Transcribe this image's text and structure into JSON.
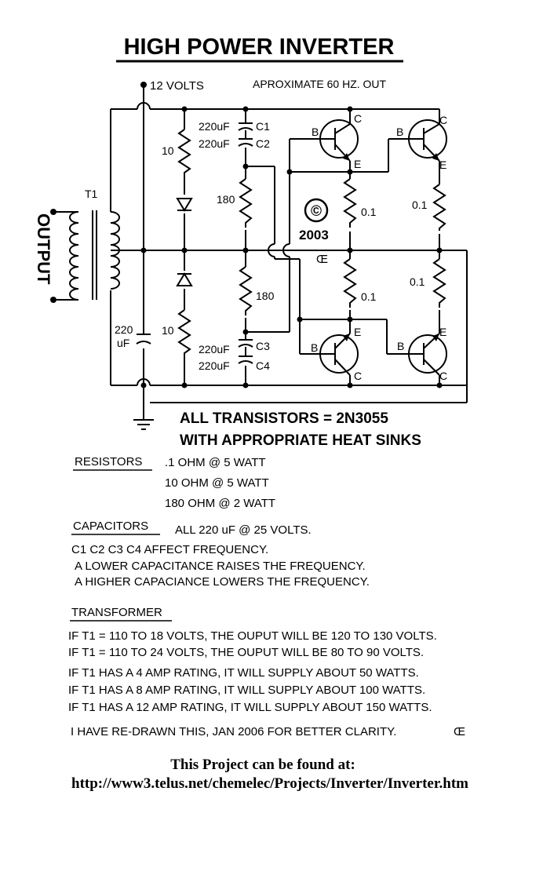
{
  "title": "HIGH POWER INVERTER",
  "labels": {
    "supply": "12 VOLTS",
    "frequency": "APROXIMATE 60 HZ. OUT",
    "transformer": "T1",
    "output": "OUTPUT",
    "copyright_symbol": "©",
    "copyright_year": "2003",
    "author_mark": "Œ",
    "author_mark_2": "Œ"
  },
  "components": {
    "c_top_a": "220uF",
    "c_top_a_name": "C1",
    "c_top_b": "220uF",
    "c_top_b_name": "C2",
    "c_bot_a": "220uF",
    "c_bot_a_name": "C3",
    "c_bot_b": "220uF",
    "c_bot_b_name": "C4",
    "c_filter_a": "220",
    "c_filter_b": "uF",
    "r_top_left": "10",
    "r_bot_left": "10",
    "r_top_mid": "180",
    "r_bot_mid": "180",
    "re_1": "0.1",
    "re_2": "0.1",
    "re_3": "0.1",
    "re_4": "0.1",
    "q1_b": "B",
    "q1_c": "C",
    "q1_e": "E",
    "q2_b": "B",
    "q2_c": "C",
    "q2_e": "E",
    "q3_b": "B",
    "q3_c": "C",
    "q3_e": "E",
    "q4_b": "B",
    "q4_c": "C",
    "q4_e": "E"
  },
  "notes": {
    "transistors_line1": "ALL TRANSISTORS = 2N3055",
    "transistors_line2": "WITH APPROPRIATE HEAT SINKS",
    "resistors_head": "RESISTORS",
    "resistors": [
      ".1 OHM @ 5 WATT",
      "10 OHM @ 5 WATT",
      "180 OHM @ 2 WATT"
    ],
    "capacitors_head": "CAPACITORS",
    "capacitors_rating": "ALL 220 uF @ 25 VOLTS.",
    "capacitors": [
      "C1 C2 C3 C4 AFFECT FREQUENCY.",
      "A LOWER CAPACITANCE RAISES THE FREQUENCY.",
      "A HIGHER CAPACIANCE LOWERS THE FREQUENCY."
    ],
    "transformer_head": "TRANSFORMER",
    "transformer": [
      "IF T1 = 110 TO 18 VOLTS, THE OUPUT WILL BE 120 TO 130 VOLTS.",
      "IF T1 = 110 TO 24 VOLTS, THE OUPUT WILL BE 80 TO 90 VOLTS.",
      "IF T1 HAS A 4 AMP RATING, IT WILL SUPPLY ABOUT 50 WATTS.",
      "IF T1 HAS A 8 AMP RATING, IT WILL SUPPLY ABOUT 100 WATTS.",
      "IF T1 HAS A 12 AMP RATING, IT WILL SUPPLY ABOUT 150 WATTS."
    ],
    "redrawn": "I HAVE RE-DRAWN THIS,  JAN 2006 FOR BETTER CLARITY."
  },
  "footer": {
    "line1": "This Project can be found at:",
    "line2": "http://www3.telus.net/chemelec/Projects/Inverter/Inverter.htm"
  }
}
